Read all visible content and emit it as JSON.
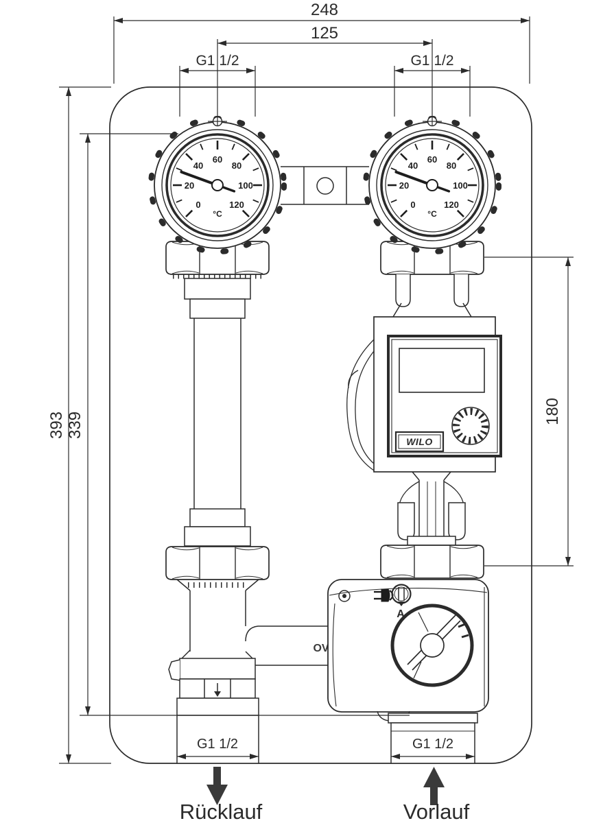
{
  "drawing": {
    "dims": {
      "width_total": "248",
      "width_ports": "125",
      "height_total": "393",
      "height_body": "339",
      "pump_section": "180"
    },
    "threads": {
      "top_left": "G1 1/2",
      "top_right": "G1 1/2",
      "bottom_left": "G1 1/2",
      "bottom_right": "G1 1/2"
    },
    "flow_labels": {
      "return": "Rücklauf",
      "supply": "Vorlauf"
    },
    "thermometer": {
      "unit": "°C",
      "scale": [
        "0",
        "20",
        "40",
        "60",
        "80",
        "100",
        "120"
      ]
    },
    "pump": {
      "brand": "WILO"
    },
    "mixer": {
      "marking": "OV",
      "index_label": "A"
    },
    "colors": {
      "line": "#2b2b2b",
      "background": "#ffffff"
    }
  }
}
